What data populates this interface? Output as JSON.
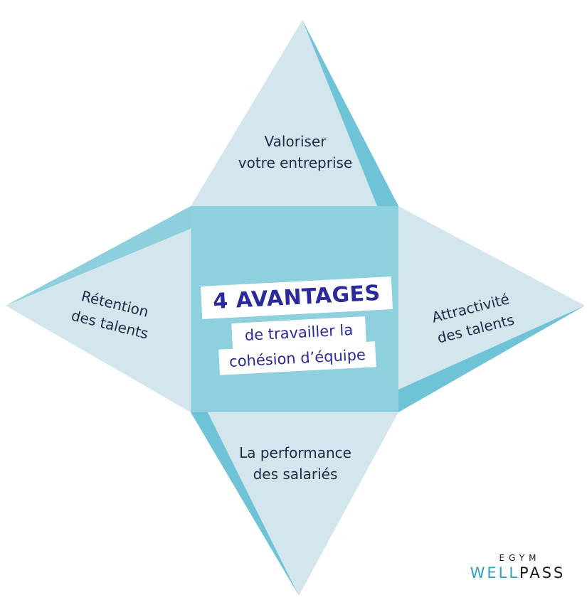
{
  "colors": {
    "light_face": "#d3e6ee",
    "mid_face": "#8dcfdc",
    "dark_face": "#6ec3d6",
    "center": "#8ed0de",
    "title_text": "#2a2a9a",
    "label_text": "#1f2a44",
    "brand_accent": "#2aa3c6"
  },
  "center": {
    "title": "4 AVANTAGES",
    "subtitle_line1": "de travailler la",
    "subtitle_line2": "cohésion d’équipe"
  },
  "points": {
    "top": {
      "line1": "Valoriser",
      "line2": "votre entreprise"
    },
    "right": {
      "line1": "Attractivité",
      "line2": "des talents"
    },
    "bottom": {
      "line1": "La performance",
      "line2": "des salariés"
    },
    "left": {
      "line1": "Rétention",
      "line2": "des talents"
    }
  },
  "logo": {
    "top": "EGYM",
    "well": "WELL",
    "pass": "PASS"
  }
}
